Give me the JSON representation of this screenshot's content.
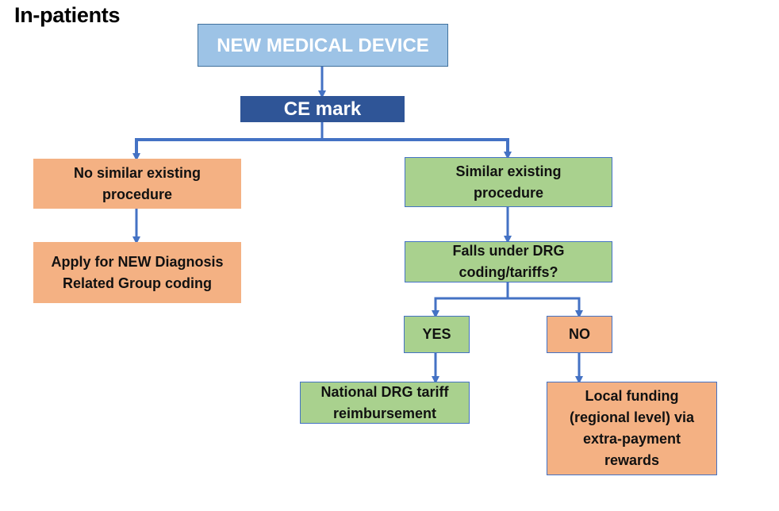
{
  "title": "In-patients",
  "nodes": {
    "device": "NEW MEDICAL DEVICE",
    "ce_mark": "CE mark",
    "no_similar": "No similar existing procedure",
    "apply_new": "Apply for NEW Diagnosis Related Group coding",
    "similar": "Similar existing procedure",
    "falls_under": "Falls under DRG coding/tariffs?",
    "yes": "YES",
    "no": "NO",
    "national": "National DRG tariff reimbursement",
    "local": "Local funding (regional level) via extra-payment rewards"
  },
  "colors": {
    "connector": "#4472c4",
    "device_fill": "#9dc3e6",
    "ce_fill": "#2f5597",
    "orange_fill": "#f4b183",
    "green_fill": "#a9d18e"
  }
}
